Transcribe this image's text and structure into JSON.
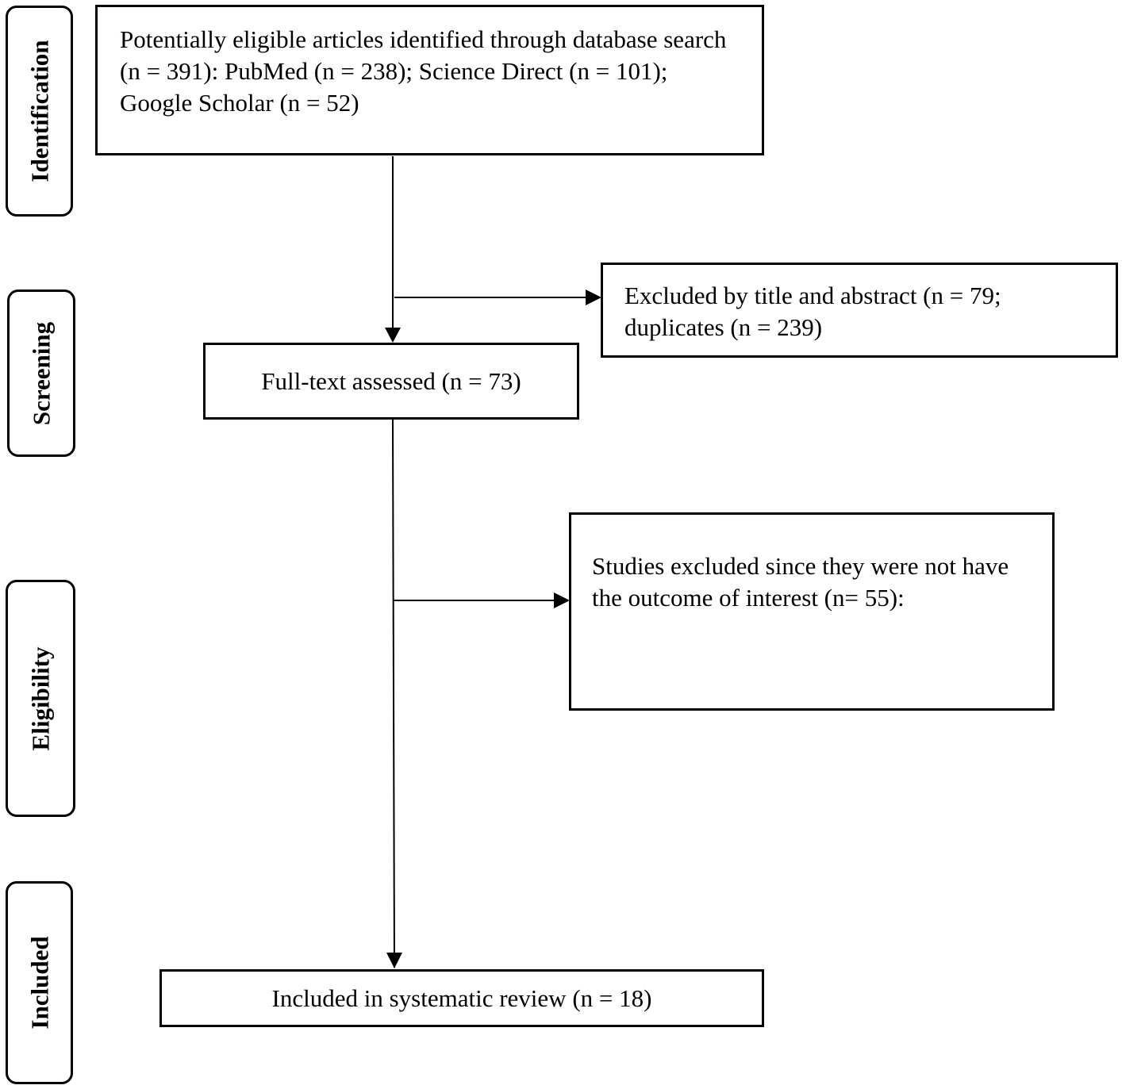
{
  "stages": {
    "identification": "Identification",
    "screening": "Screening",
    "eligibility": "Eligibility",
    "included": "Included"
  },
  "boxes": {
    "identified": "Potentially eligible articles identified through database search (n = 391): PubMed (n = 238); Science Direct (n = 101); Google Scholar (n = 52)",
    "excluded_title_abstract": "Excluded by title and abstract (n = 79; duplicates (n = 239)",
    "full_text_assessed": "Full-text assessed (n = 73)",
    "excluded_outcome": "Studies excluded since they were not have the outcome of interest (n= 55):",
    "included_review": "Included in systematic review (n = 18)"
  }
}
